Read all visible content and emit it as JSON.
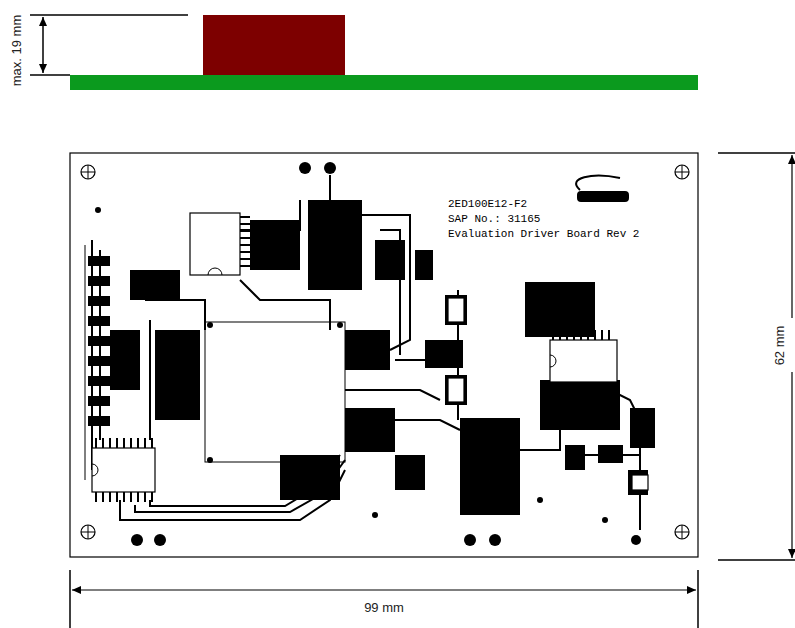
{
  "diagram": {
    "labels": [
      "max. 19 mm",
      "62 mm",
      "99 mm",
      "2ED100E12-F2",
      "SAP No.: 31165",
      "Evaluation Driver Board Rev 2"
    ]
  }
}
